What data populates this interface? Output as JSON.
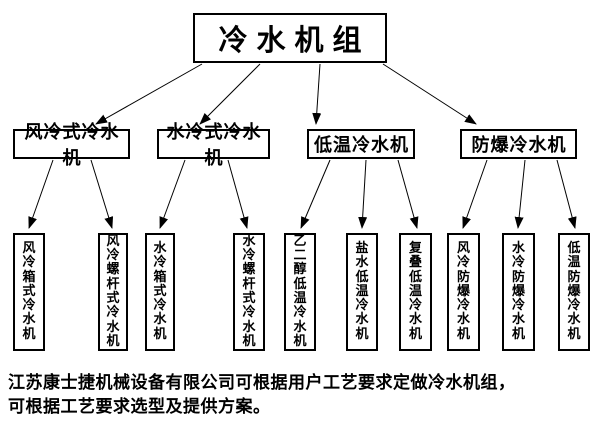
{
  "diagram": {
    "root": {
      "label": "冷水机组"
    },
    "level2": [
      {
        "label": "风冷式冷水机"
      },
      {
        "label": "水冷式冷水机"
      },
      {
        "label": "低温冷水机"
      },
      {
        "label": "防爆冷水机"
      }
    ],
    "level3": [
      {
        "label": "风冷箱式冷水机",
        "parent": "风冷式冷水机"
      },
      {
        "label": "风冷螺杆式冷水机",
        "parent": "风冷式冷水机"
      },
      {
        "label": "水冷箱式冷水机",
        "parent": "水冷式冷水机"
      },
      {
        "label": "水冷螺杆式冷水机",
        "parent": "水冷式冷水机"
      },
      {
        "label": "乙二醇低温冷水机",
        "parent": "低温冷水机"
      },
      {
        "label": "盐水低温冷水机",
        "parent": "低温冷水机"
      },
      {
        "label": "复叠低温冷水机",
        "parent": "低温冷水机"
      },
      {
        "label": "风冷防爆冷水机",
        "parent": "防爆冷水机"
      },
      {
        "label": "水冷防爆冷水机",
        "parent": "防爆冷水机"
      },
      {
        "label": "低温防爆冷水机",
        "parent": "防爆冷水机"
      }
    ],
    "colors": {
      "line": "#000000",
      "text": "#000000",
      "background": "#ffffff"
    }
  },
  "footer": {
    "line1": "江苏康士捷机械设备有限公司可根据用户工艺要求定做冷水机组，",
    "line2": "可根据工艺要求选型及提供方案。"
  }
}
